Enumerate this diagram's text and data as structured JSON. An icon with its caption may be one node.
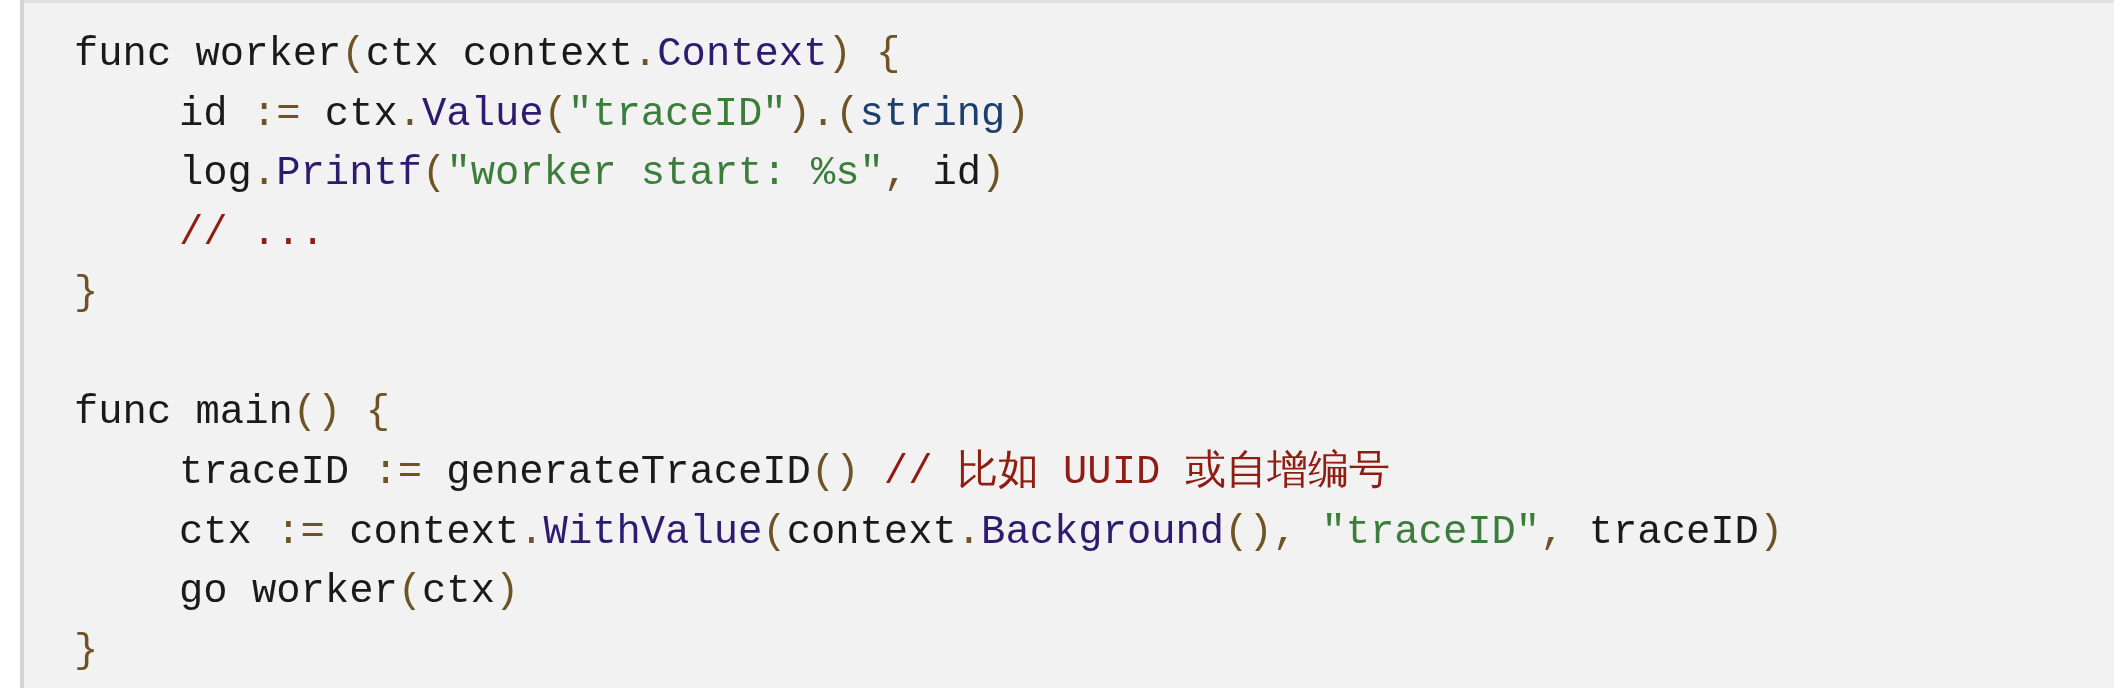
{
  "diagram": {
    "labels": [
      "func worker(ctx context.Context) {",
      "id := ctx.Value(\"traceID\").(string)",
      "log.Printf(\"worker start: %s\", id)",
      "// ...",
      "}",
      "func main() {",
      "traceID := generateTraceID() // 比如 UUID 或自增编号",
      "ctx := context.WithValue(context.Background(), \"traceID\", traceID)",
      "go worker(ctx)",
      "}"
    ]
  }
}
